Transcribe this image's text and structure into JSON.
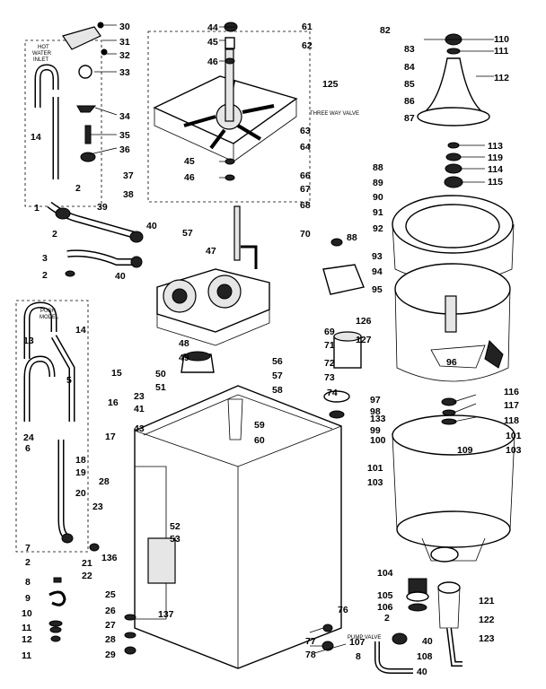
{
  "callouts": [
    {
      "id": "c30",
      "text": "30"
    },
    {
      "id": "c31",
      "text": "31"
    },
    {
      "id": "c32",
      "text": "32"
    },
    {
      "id": "c33",
      "text": "33"
    },
    {
      "id": "c34",
      "text": "34"
    },
    {
      "id": "c35",
      "text": "35"
    },
    {
      "id": "c36",
      "text": "36"
    },
    {
      "id": "c14a",
      "text": "14"
    },
    {
      "id": "c2a",
      "text": "2"
    },
    {
      "id": "c1",
      "text": "1"
    },
    {
      "id": "c2b",
      "text": "2"
    },
    {
      "id": "c39",
      "text": "39"
    },
    {
      "id": "c40a",
      "text": "40"
    },
    {
      "id": "c3",
      "text": "3"
    },
    {
      "id": "c2c",
      "text": "2"
    },
    {
      "id": "c40b",
      "text": "40"
    },
    {
      "id": "c37",
      "text": "37"
    },
    {
      "id": "c38",
      "text": "38"
    },
    {
      "id": "c57a",
      "text": "57"
    },
    {
      "id": "c44",
      "text": "44"
    },
    {
      "id": "c45a",
      "text": "45"
    },
    {
      "id": "c46a",
      "text": "46"
    },
    {
      "id": "c45b",
      "text": "45"
    },
    {
      "id": "c46b",
      "text": "46"
    },
    {
      "id": "c61",
      "text": "61"
    },
    {
      "id": "c62",
      "text": "62"
    },
    {
      "id": "c63",
      "text": "63"
    },
    {
      "id": "c64",
      "text": "64"
    },
    {
      "id": "c66",
      "text": "66"
    },
    {
      "id": "c67",
      "text": "67"
    },
    {
      "id": "c68",
      "text": "68"
    },
    {
      "id": "c70",
      "text": "70"
    },
    {
      "id": "c125",
      "text": "125"
    },
    {
      "id": "c82",
      "text": "82"
    },
    {
      "id": "c83",
      "text": "83"
    },
    {
      "id": "c84",
      "text": "84"
    },
    {
      "id": "c85",
      "text": "85"
    },
    {
      "id": "c86",
      "text": "86"
    },
    {
      "id": "c87",
      "text": "87"
    },
    {
      "id": "c88a",
      "text": "88"
    },
    {
      "id": "c89",
      "text": "89"
    },
    {
      "id": "c90",
      "text": "90"
    },
    {
      "id": "c91",
      "text": "91"
    },
    {
      "id": "c92",
      "text": "92"
    },
    {
      "id": "c88b",
      "text": "88"
    },
    {
      "id": "c93",
      "text": "93"
    },
    {
      "id": "c94",
      "text": "94"
    },
    {
      "id": "c95",
      "text": "95"
    },
    {
      "id": "c110",
      "text": "110"
    },
    {
      "id": "c111",
      "text": "111"
    },
    {
      "id": "c112",
      "text": "112"
    },
    {
      "id": "c113",
      "text": "113"
    },
    {
      "id": "c119",
      "text": "119"
    },
    {
      "id": "c114",
      "text": "114"
    },
    {
      "id": "c115",
      "text": "115"
    },
    {
      "id": "c47",
      "text": "47"
    },
    {
      "id": "c48",
      "text": "48"
    },
    {
      "id": "c49",
      "text": "49"
    },
    {
      "id": "c50",
      "text": "50"
    },
    {
      "id": "c51",
      "text": "51"
    },
    {
      "id": "c56",
      "text": "56"
    },
    {
      "id": "c57b",
      "text": "57"
    },
    {
      "id": "c58",
      "text": "58"
    },
    {
      "id": "c69",
      "text": "69"
    },
    {
      "id": "c71",
      "text": "71"
    },
    {
      "id": "c126",
      "text": "126"
    },
    {
      "id": "c127",
      "text": "127"
    },
    {
      "id": "c72",
      "text": "72"
    },
    {
      "id": "c73",
      "text": "73"
    },
    {
      "id": "c74",
      "text": "74"
    },
    {
      "id": "c96",
      "text": "96"
    },
    {
      "id": "c13",
      "text": "13"
    },
    {
      "id": "c14b",
      "text": "14"
    },
    {
      "id": "c5",
      "text": "5"
    },
    {
      "id": "c15",
      "text": "15"
    },
    {
      "id": "c23a",
      "text": "23"
    },
    {
      "id": "c16",
      "text": "16"
    },
    {
      "id": "c41",
      "text": "41"
    },
    {
      "id": "c43",
      "text": "43"
    },
    {
      "id": "c24",
      "text": "24"
    },
    {
      "id": "c6",
      "text": "6"
    },
    {
      "id": "c17",
      "text": "17"
    },
    {
      "id": "c18",
      "text": "18"
    },
    {
      "id": "c19",
      "text": "19"
    },
    {
      "id": "c28a",
      "text": "28"
    },
    {
      "id": "c20",
      "text": "20"
    },
    {
      "id": "c23b",
      "text": "23"
    },
    {
      "id": "c7",
      "text": "7"
    },
    {
      "id": "c2d",
      "text": "2"
    },
    {
      "id": "c21",
      "text": "21"
    },
    {
      "id": "c22",
      "text": "22"
    },
    {
      "id": "c136",
      "text": "136"
    },
    {
      "id": "c8",
      "text": "8"
    },
    {
      "id": "c9",
      "text": "9"
    },
    {
      "id": "c10",
      "text": "10"
    },
    {
      "id": "c11a",
      "text": "11"
    },
    {
      "id": "c12",
      "text": "12"
    },
    {
      "id": "c11b",
      "text": "11"
    },
    {
      "id": "c25",
      "text": "25"
    },
    {
      "id": "c26",
      "text": "26"
    },
    {
      "id": "c27",
      "text": "27"
    },
    {
      "id": "c28b",
      "text": "28"
    },
    {
      "id": "c29",
      "text": "29"
    },
    {
      "id": "c59",
      "text": "59"
    },
    {
      "id": "c60",
      "text": "60"
    },
    {
      "id": "c52",
      "text": "52"
    },
    {
      "id": "c53",
      "text": "53"
    },
    {
      "id": "c137",
      "text": "137"
    },
    {
      "id": "c76",
      "text": "76"
    },
    {
      "id": "c77",
      "text": "77"
    },
    {
      "id": "c78",
      "text": "78"
    },
    {
      "id": "c97",
      "text": "97"
    },
    {
      "id": "c98",
      "text": "98"
    },
    {
      "id": "c133",
      "text": "133"
    },
    {
      "id": "c99",
      "text": "99"
    },
    {
      "id": "c100",
      "text": "100"
    },
    {
      "id": "c116",
      "text": "116"
    },
    {
      "id": "c117",
      "text": "117"
    },
    {
      "id": "c118",
      "text": "118"
    },
    {
      "id": "c101a",
      "text": "101"
    },
    {
      "id": "c109",
      "text": "109"
    },
    {
      "id": "c103a",
      "text": "103"
    },
    {
      "id": "c101b",
      "text": "101"
    },
    {
      "id": "c103b",
      "text": "103"
    },
    {
      "id": "c104",
      "text": "104"
    },
    {
      "id": "c105",
      "text": "105"
    },
    {
      "id": "c106",
      "text": "106"
    },
    {
      "id": "c2e",
      "text": "2"
    },
    {
      "id": "c40c",
      "text": "40"
    },
    {
      "id": "c107",
      "text": "107"
    },
    {
      "id": "c8b",
      "text": "8"
    },
    {
      "id": "c108",
      "text": "108"
    },
    {
      "id": "c40d",
      "text": "40"
    },
    {
      "id": "c121",
      "text": "121"
    },
    {
      "id": "c122",
      "text": "122"
    },
    {
      "id": "c123",
      "text": "123"
    }
  ],
  "small_labels": [
    {
      "id": "s1",
      "text": "HOT"
    },
    {
      "id": "s2",
      "text": "WATER"
    },
    {
      "id": "s3",
      "text": "INLET"
    },
    {
      "id": "s4",
      "text": "THREE WAY VALVE"
    },
    {
      "id": "s5",
      "text": "PUSH"
    },
    {
      "id": "s6",
      "text": "MODEL"
    },
    {
      "id": "s7",
      "text": "PUMP VALVE"
    }
  ],
  "colors": {
    "ink": "#000000",
    "paper": "#ffffff"
  }
}
